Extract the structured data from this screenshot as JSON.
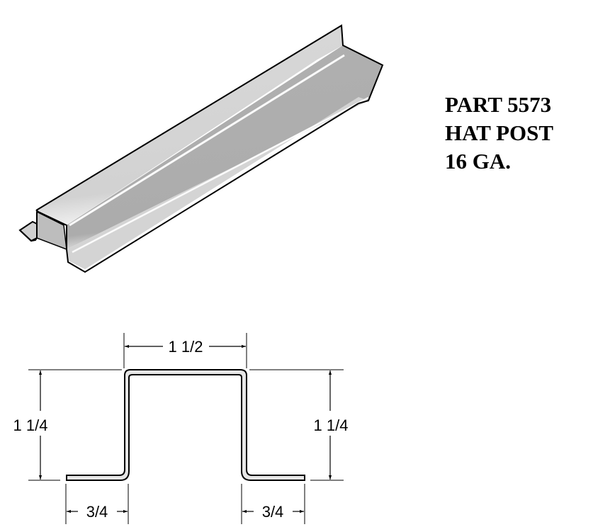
{
  "part": {
    "number_line": "PART 5573",
    "name_line": "HAT POST",
    "gauge_line": "16 GA."
  },
  "dimensions": {
    "top_width": "1 1/2",
    "left_height": "1 1/4",
    "right_height": "1 1/4",
    "left_flange": "3/4",
    "right_flange": "3/4"
  },
  "colors": {
    "metal_light": "#d6d6d6",
    "metal_mid": "#b3b3b3",
    "metal_dark": "#a9a9a9",
    "line": "#000000",
    "background": "#ffffff"
  }
}
